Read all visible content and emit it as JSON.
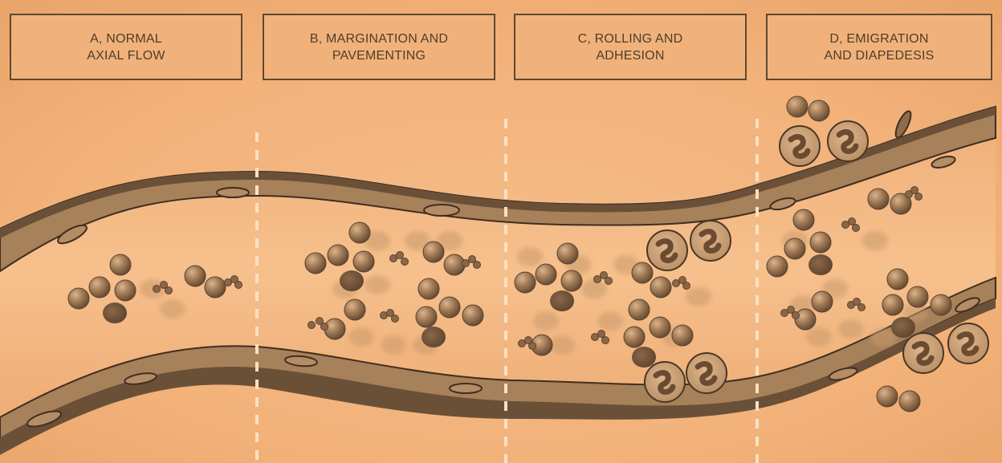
{
  "stages": [
    {
      "letter": "A",
      "line1": "A, NORMAL",
      "line2": "AXIAL FLOW"
    },
    {
      "letter": "B",
      "line1": "B, MARGINATION AND",
      "line2": "PAVEMENTING"
    },
    {
      "letter": "C",
      "line1": "C, ROLLING AND",
      "line2": "ADHESION"
    },
    {
      "letter": "D",
      "line1": "D, EMIGRATION",
      "line2": "AND DIAPEDESIS"
    }
  ],
  "colors": {
    "background": "#f4b983",
    "vessel_wall": "#6b5038",
    "endothelium": "#a7815a",
    "cell": "#8f6c4b",
    "leukocyte_fill": "#c29a73",
    "divider": "#fde0c2"
  }
}
